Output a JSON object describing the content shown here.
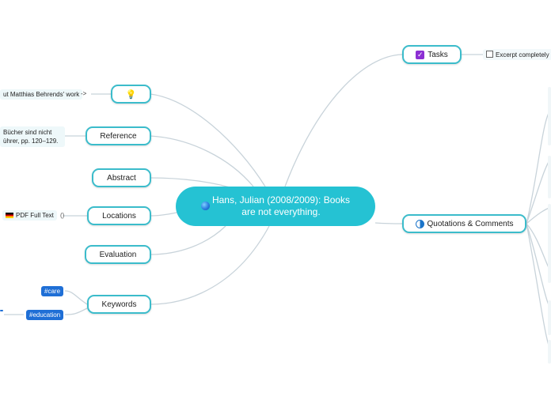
{
  "root": {
    "title": "Hans, Julian (2008/2009): Books are not everything."
  },
  "left_nodes": {
    "idea": {
      "icon": "lightbulb-icon"
    },
    "reference": {
      "label": "Reference"
    },
    "abstract": {
      "label": "Abstract"
    },
    "locations": {
      "label": "Locations"
    },
    "evaluation": {
      "label": "Evaluation"
    },
    "keywords": {
      "label": "Keywords"
    }
  },
  "right_nodes": {
    "tasks": {
      "label": "Tasks",
      "icon": "checkbox-checked-icon"
    },
    "quotations": {
      "label": "Quotations & Comments",
      "icon": "half-circle-icon"
    }
  },
  "subitems": {
    "idea_note": "ut Matthias Behrends' work",
    "idea_arrow": "->",
    "reference_line1": "Bücher sind nicht",
    "reference_line2": "ührer, pp. 120–129.",
    "location_text": "PDF Full Text",
    "location_link": "()",
    "task_item": "Excerpt completely",
    "tag_care": "#care",
    "tag_education": "#education"
  },
  "colors": {
    "accent": "#25c2d3",
    "border": "#3bbccb",
    "tag": "#1f6fd6"
  }
}
